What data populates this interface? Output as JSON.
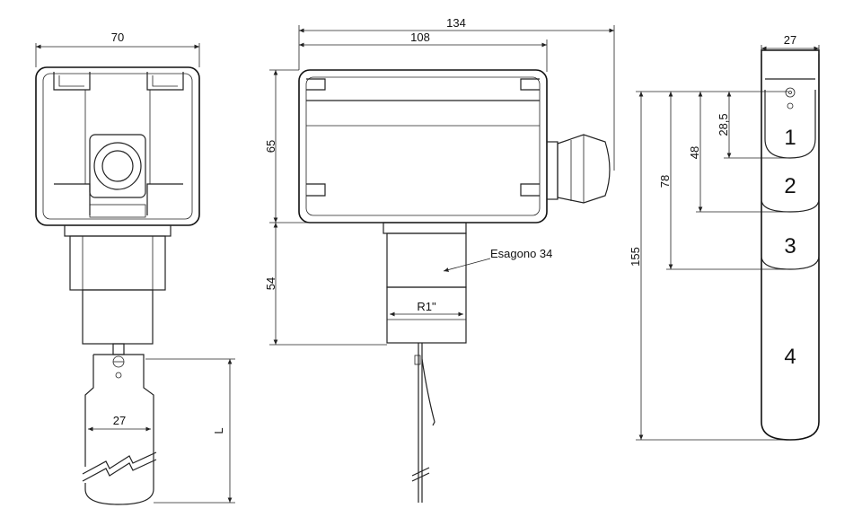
{
  "front_view": {
    "width_label": "70",
    "paddle_width_label": "27",
    "length_label": "L"
  },
  "side_view": {
    "overall_length_label": "134",
    "box_length_label": "108",
    "box_height_label": "65",
    "fitting_height_label": "54",
    "hexagon_label": "Esagono 34",
    "thread_label": "R1\""
  },
  "paddle_view": {
    "width_label": "27",
    "dim_28_5": "28,5",
    "dim_48": "48",
    "dim_78": "78",
    "dim_155": "155",
    "segments": [
      "1",
      "2",
      "3",
      "4"
    ]
  }
}
